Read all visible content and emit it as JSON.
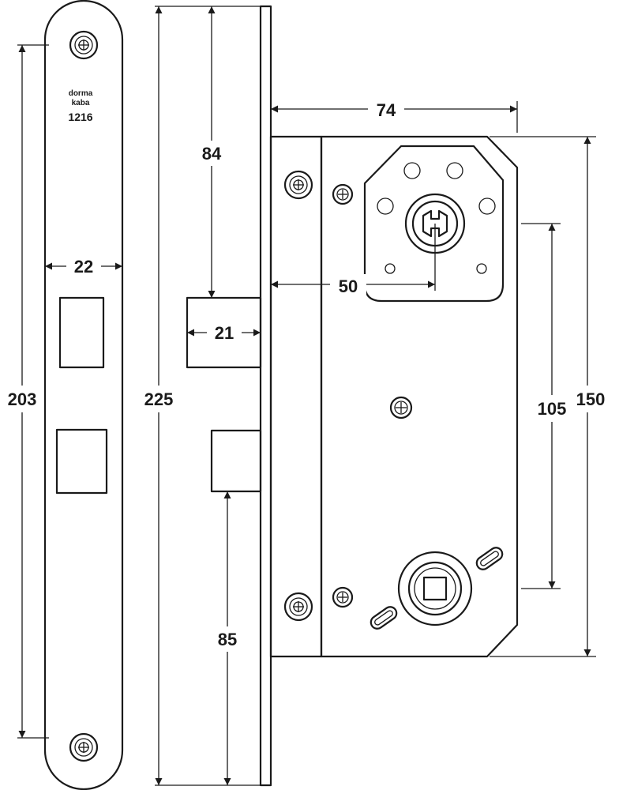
{
  "faceplate": {
    "brand_line1": "dorma",
    "brand_line2": "kaba",
    "model": "1216"
  },
  "dimensions": {
    "faceplate_width": "22",
    "faceplate_hole_spacing": "203",
    "faceplate_length": "225",
    "top_to_latch": "84",
    "latch_projection": "21",
    "bolt_to_bottom": "85",
    "backset_case": "74",
    "backset": "50",
    "center_distance": "105",
    "case_height": "150"
  }
}
